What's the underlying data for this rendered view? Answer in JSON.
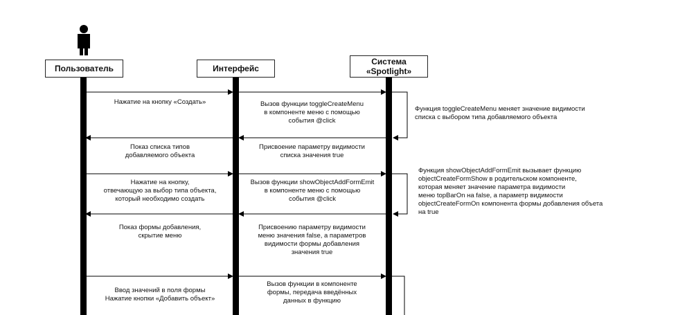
{
  "participants": {
    "user": "Пользователь",
    "interface": "Интерфейс",
    "system_line1": "Система",
    "system_line2": "«Spotlight»"
  },
  "messages": {
    "m1": "Нажатие на кнопку «Создать»",
    "m2": "Вызов функции toggleCreateMenu\nв компоненте меню с помощью\nсобытия @click",
    "m3": "Присвоение параметру видимости\nсписка значения true",
    "m4": "Показ списка типов\nдобавляемого объекта",
    "m5": "Нажатие на кнопку,\nотвечающую за выбор типа объекта,\nкоторый необходимо создать",
    "m6": "Вызов функции showObjectAddFormEmit\nв компоненте меню с помощью\nсобытия @click",
    "m7": "Присвоению параметру видимости\nменю значения false, а параметров\nвидимости формы добавления\nзначения true",
    "m8": "Показ формы добавления,\nскрытие меню",
    "m9": "Ввод значений в поля формы\nНажатие кнопки «Добавить объект»",
    "m10": "Вызов функции в  компоненте\nформы, передача введённых\nданных в функцию"
  },
  "notes": {
    "n1": "Функция  toggleCreateMenu меняет значение видимости\n         списка с выбором типа добавляемого объекта",
    "n2": "Функция showObjectAddFormEmit вызывает функцию\nobjectCreateFormShow в родительском компоненте,\nкоторая меняет значение параметра видимости\nменю topBarOn на false, а параметр видимости\nobjectCreateFormOn компонента формы добавления объета\nна true"
  }
}
